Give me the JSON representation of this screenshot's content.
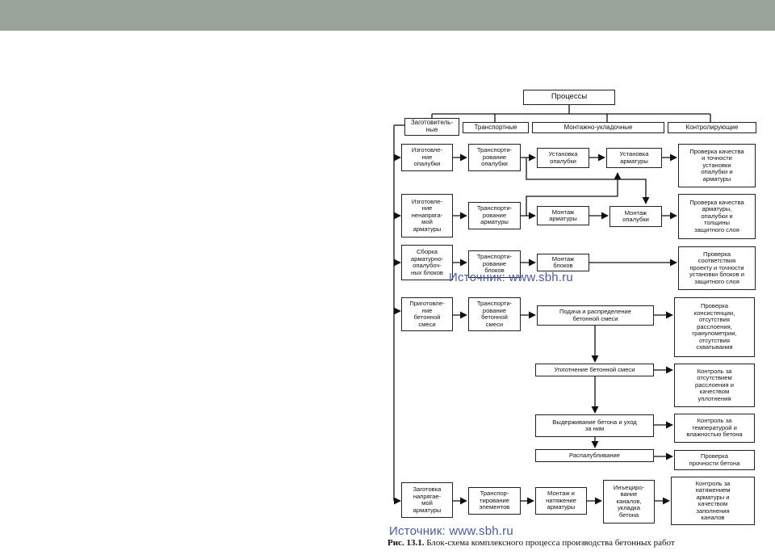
{
  "diagram": {
    "root": "Процессы",
    "headers": [
      "Заготовитель-\nные",
      "Транспортные",
      "Монтажно-укладочные",
      "Контролирующие"
    ],
    "rows": [
      {
        "prep": "Изготовле-\nние\nопалубки",
        "transport": "Транспорти-\nрование\nопалубки",
        "mount_a": "Установка\nопалубки",
        "mount_b": "Установка\nарматуры",
        "control": "Проверка качества\nи точности\nустановки\nопалубки и\nарматуры"
      },
      {
        "prep": "Изготовле-\nние\nненапряга-\nмой\nарматуры",
        "transport": "Транспорти-\nрование\nарматуры",
        "mount_a": "Монтаж\nарматуры",
        "mount_b": "Монтаж\nопалубки",
        "control": "Проверка качества\nарматуры,\nопалубки и\nтолщины\nзащитного слоя"
      },
      {
        "prep": "Сборка\nарматурно-\nопалубоч-\nных блоков",
        "transport": "Транспорти-\nрование\nблоков",
        "mount_a": "Монтаж\nблоков",
        "control": "Проверка\nсоответствия\nпроекту и точности\nустановки блоков и\nзащитного слоя"
      },
      {
        "prep": "Приготовле-\nние\nбетонной\nсмеси",
        "transport": "Транспорти-\nрование\nбетонной\nсмеси",
        "mount_a": "Подача и распределение\nбетонной смеси",
        "control": "Проверка\nконсистенции,\nотсутствия\nрасслоения,\nгранулометрии,\nотсутствия\nсхватывания"
      }
    ],
    "chain": [
      {
        "step": "Уплотнение бетонной смеси",
        "control": "Контроль за\nотсутствием\nрасслоения и\nкачеством\nуплотнения"
      },
      {
        "step": "Выдерживание бетона и уход\nза ним",
        "control": "Контроль за\nтемпературой и\nвлажностью бетона"
      },
      {
        "step": "Распалубливание",
        "control": "Проверка\nпрочности бетона"
      }
    ],
    "last_row": {
      "prep": "Заготовка\nнапрягае-\nмой\nарматуры",
      "transport": "Транспор-\nтирование\nэлементов",
      "mount_a": "Монтаж и\nнатяжение\nарматуры",
      "mount_b": "Инъециро-\nвание\nканалов,\nукладка\nбетона",
      "control": "Контроль за\nнатяжением\nарматуры и\nкачеством\nзаполнения\nканалов"
    },
    "watermark": "Источник: www.sbh.ru",
    "caption_fig": "Рис. 13.1.",
    "caption_text": "Блок-схема комплексного процесса производства бетонных работ"
  }
}
